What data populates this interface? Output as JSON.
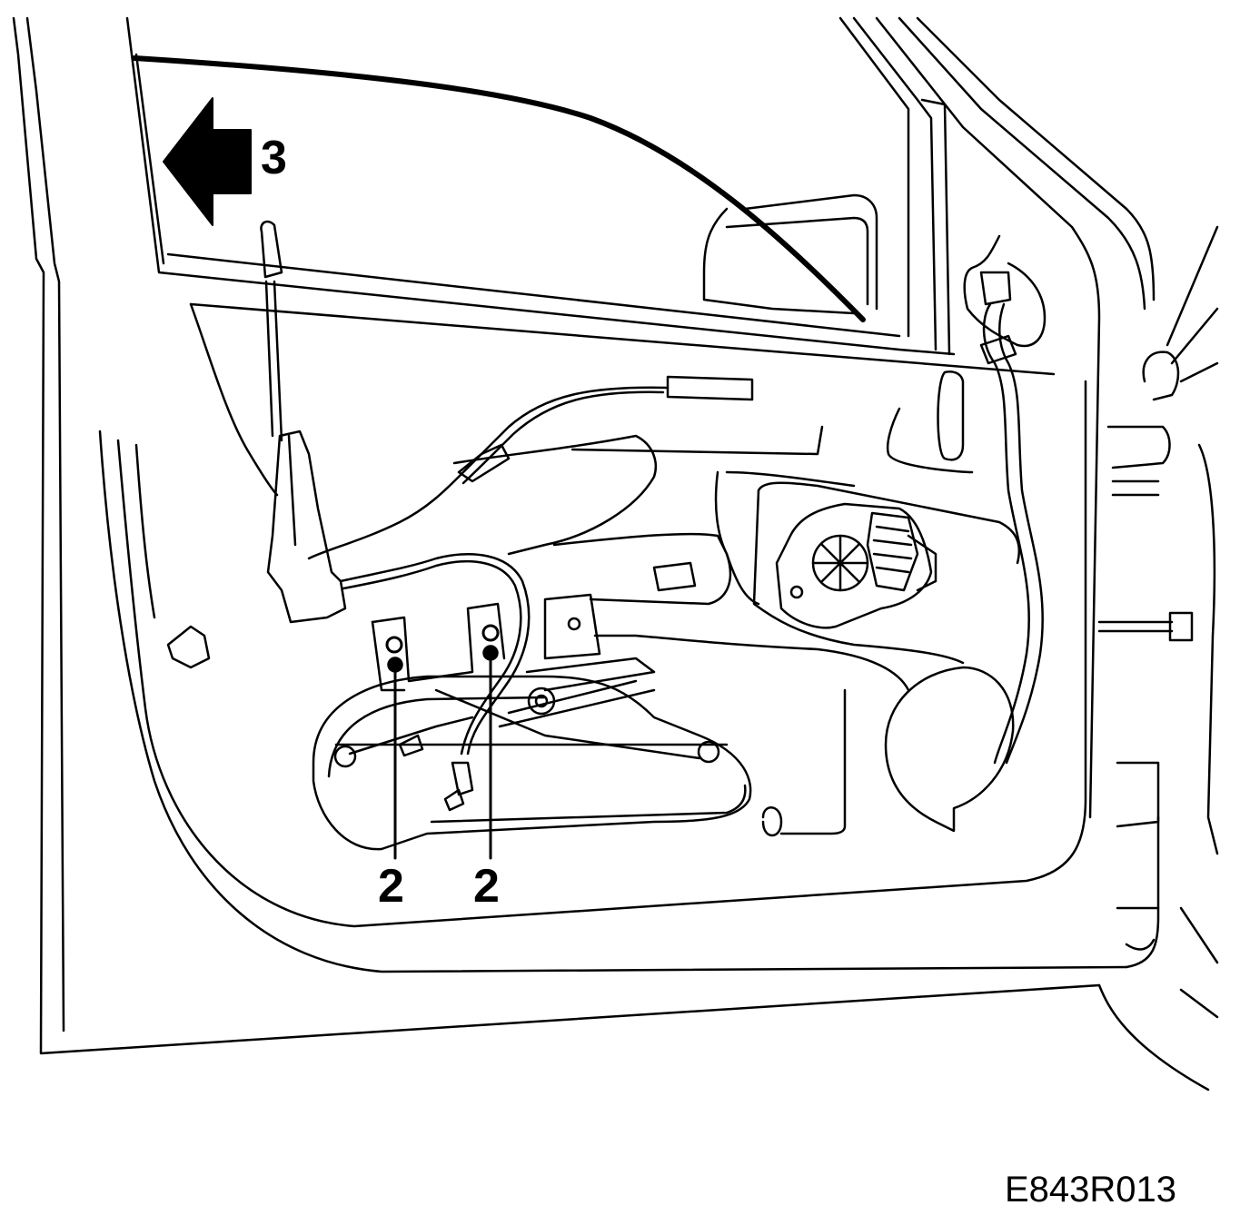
{
  "callouts": {
    "arrow_label": "3",
    "bolt_label_left": "2",
    "bolt_label_right": "2"
  },
  "figure_code": "E843R013",
  "colors": {
    "line": "#000000",
    "background": "#ffffff"
  },
  "icons": {
    "direction_arrow": "left-arrow-icon",
    "bolt_marker": "bolt-dot-icon"
  }
}
